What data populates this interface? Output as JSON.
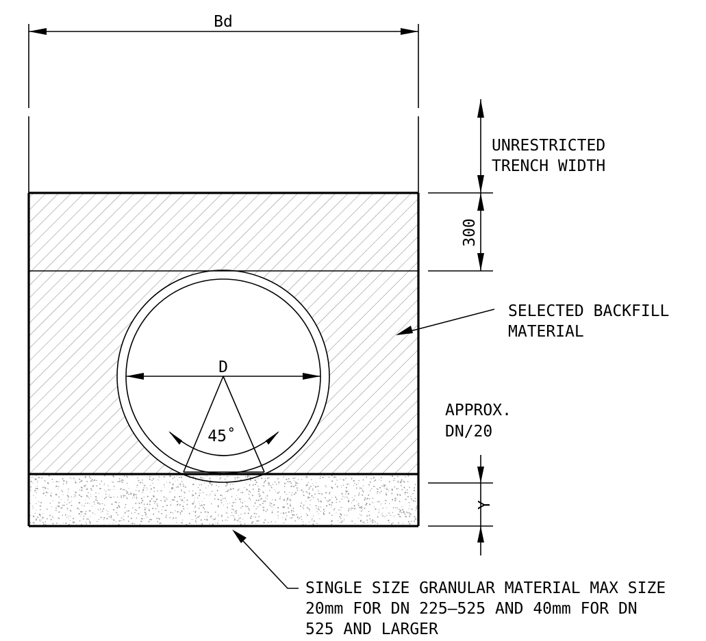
{
  "labels": {
    "trench_width": "Bd",
    "unrestricted_1": "UNRESTRICTED",
    "unrestricted_2": "TRENCH WIDTH",
    "dim_300": "300",
    "backfill_1": "SELECTED BACKFILL",
    "backfill_2": "MATERIAL",
    "pipe_diameter": "D",
    "bedding_angle": "45˚",
    "approx_1": "APPROX.",
    "approx_2": "DN/20",
    "bedding_depth": "Y",
    "granular_1": "SINGLE SIZE GRANULAR MATERIAL MAX SIZE",
    "granular_2": "20mm FOR DN 225–525 AND 40mm FOR DN",
    "granular_3": "525 AND LARGER"
  },
  "colors": {
    "line": "#000000",
    "hatch": "#8a8a8a",
    "stipple": "#9a9a9a",
    "background": "#ffffff"
  }
}
